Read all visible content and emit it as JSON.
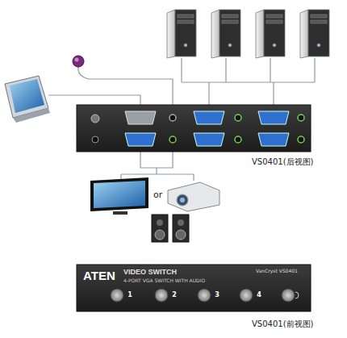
{
  "diagram": {
    "nodes": [
      {
        "text": [
          "ATEN",
          "VIDEO SWITCH",
          "4-PORT VGA SWITCH WITH AUDIO",
          "VanCryst VS0401"
        ]
      },
      {
        "text": [
          "1"
        ],
        "in": 0
      },
      {
        "text": [
          "2"
        ],
        "in": 0
      },
      {
        "text": [
          "3"
        ],
        "in": 0
      },
      {
        "text": [
          "4"
        ],
        "in": 0
      }
    ],
    "labels": [
      "VS0401(后视图)",
      "or",
      "VS0401(前视图)"
    ]
  }
}
